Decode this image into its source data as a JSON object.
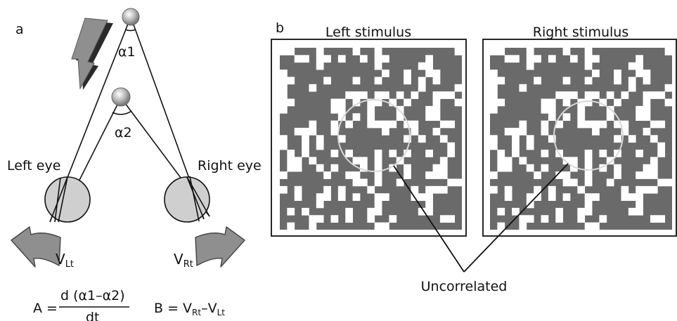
{
  "panel_a": {
    "label": "a",
    "alpha1": "α1",
    "alpha2": "α2",
    "left_eye": "Left eye",
    "right_eye": "Right eye",
    "v_left": "V",
    "v_left_sub": "Lt",
    "v_right": "V",
    "v_right_sub": "Rt",
    "formula_a_prefix": "A =",
    "formula_a_numerator": "d (α1–α2)",
    "formula_a_denominator": "dt",
    "formula_b_prefix": "B = V",
    "formula_b_sub1": "Rt",
    "formula_b_mid": "–V",
    "formula_b_sub2": "Lt"
  },
  "panel_b": {
    "label": "b",
    "left_title": "Left stimulus",
    "right_title": "Right stimulus",
    "callout": "Uncorrelated"
  },
  "colors": {
    "stimulus_dark": "#6a6a6a",
    "stimulus_light": "#ffffff",
    "eye_fill": "#cfcfcf",
    "arrow_fill": "#8f8f8f",
    "circle_outline": "#d8d8d8"
  }
}
